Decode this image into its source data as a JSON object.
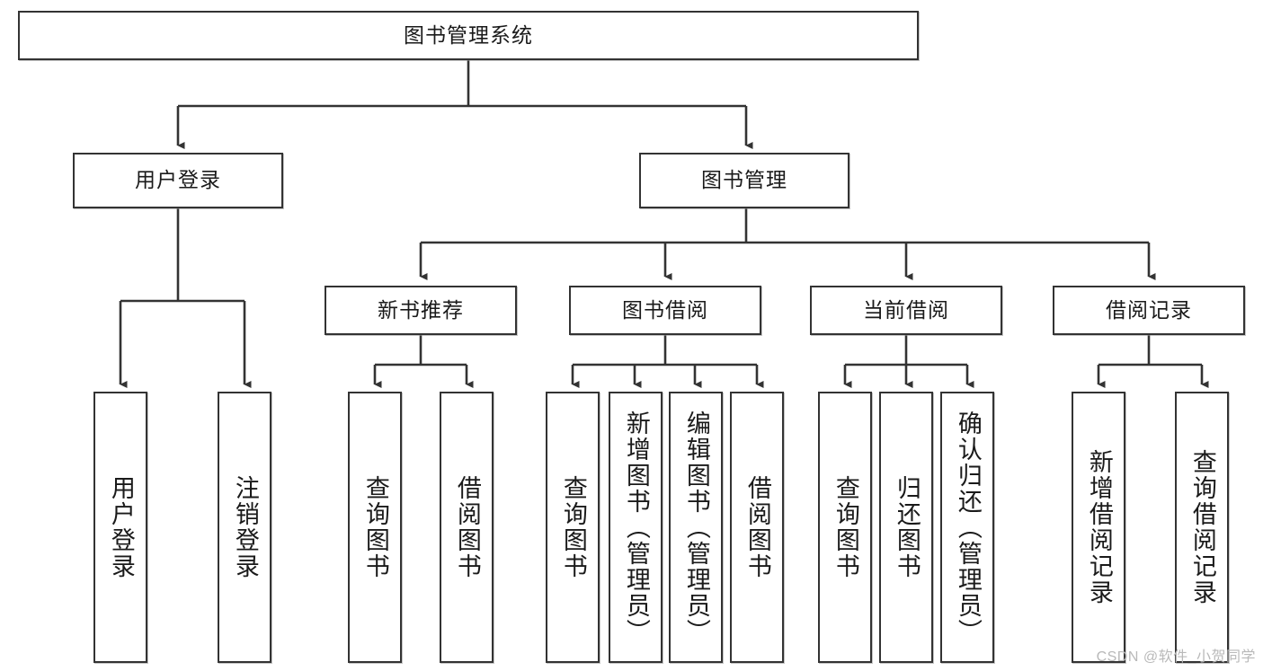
{
  "diagram": {
    "title": "图书管理系统",
    "type": "hierarchy-tree",
    "watermark": "CSDN @软件_小贺同学",
    "colors": {
      "border": "#333333",
      "background": "#ffffff",
      "text": "#1a1a1a",
      "watermark": "#b9b9b9"
    },
    "nodes": {
      "root": {
        "label": "图书管理系统",
        "orientation": "horizontal"
      },
      "level2": [
        {
          "id": "user-login",
          "label": "用户登录",
          "orientation": "horizontal"
        },
        {
          "id": "book-manage",
          "label": "图书管理",
          "orientation": "horizontal"
        }
      ],
      "level3": [
        {
          "id": "new-book-recommend",
          "label": "新书推荐",
          "orientation": "horizontal"
        },
        {
          "id": "book-borrow",
          "label": "图书借阅",
          "orientation": "horizontal"
        },
        {
          "id": "current-borrow",
          "label": "当前借阅",
          "orientation": "horizontal"
        },
        {
          "id": "borrow-record",
          "label": "借阅记录",
          "orientation": "horizontal"
        }
      ],
      "leaves": [
        {
          "id": "leaf-user-login",
          "label": "用户登录",
          "parent": "user-login",
          "orientation": "vertical"
        },
        {
          "id": "leaf-user-logout",
          "label": "注销登录",
          "parent": "user-login",
          "orientation": "vertical"
        },
        {
          "id": "leaf-query-book-1",
          "label": "查询图书",
          "parent": "new-book-recommend",
          "orientation": "vertical"
        },
        {
          "id": "leaf-borrow-book-1",
          "label": "借阅图书",
          "parent": "new-book-recommend",
          "orientation": "vertical"
        },
        {
          "id": "leaf-query-book-2",
          "label": "查询图书",
          "parent": "book-borrow",
          "orientation": "vertical"
        },
        {
          "id": "leaf-add-book",
          "label": "新增图书（管理员）",
          "parent": "book-borrow",
          "orientation": "vertical"
        },
        {
          "id": "leaf-edit-book",
          "label": "编辑图书（管理员）",
          "parent": "book-borrow",
          "orientation": "vertical"
        },
        {
          "id": "leaf-borrow-book-2",
          "label": "借阅图书",
          "parent": "book-borrow",
          "orientation": "vertical"
        },
        {
          "id": "leaf-query-book-3",
          "label": "查询图书",
          "parent": "current-borrow",
          "orientation": "vertical"
        },
        {
          "id": "leaf-return-book",
          "label": "归还图书",
          "parent": "current-borrow",
          "orientation": "vertical"
        },
        {
          "id": "leaf-confirm-return",
          "label": "确认归还（管理员）",
          "parent": "current-borrow",
          "orientation": "vertical"
        },
        {
          "id": "leaf-add-record",
          "label": "新增借阅记录",
          "parent": "borrow-record",
          "orientation": "vertical"
        },
        {
          "id": "leaf-query-record",
          "label": "查询借阅记录",
          "parent": "borrow-record",
          "orientation": "vertical"
        }
      ]
    }
  }
}
